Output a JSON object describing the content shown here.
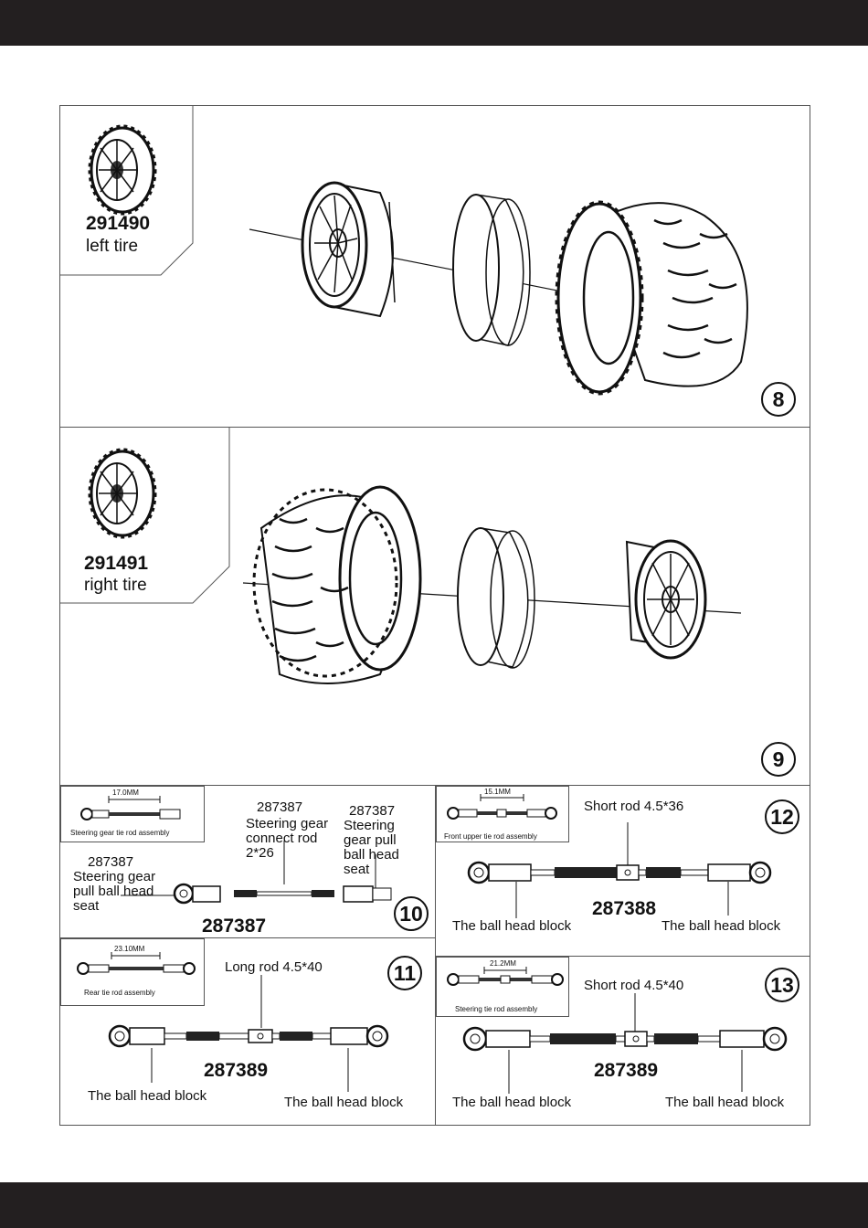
{
  "step8": {
    "number": "8",
    "part_code": "291490",
    "part_name": "left tire"
  },
  "step9": {
    "number": "9",
    "part_code": "291491",
    "part_name": "right tire"
  },
  "step10": {
    "number": "10",
    "inset_dim": "17.0MM",
    "inset_caption": "Steering gear tie rod assembly",
    "left_code": "287387",
    "left_label": "Steering gear pull ball head seat",
    "mid_code": "287387",
    "mid_label": "Steering gear connect rod 2*26",
    "right_code": "287387",
    "right_label": "Steering gear pull ball head seat",
    "assembly_code": "287387"
  },
  "step11": {
    "number": "11",
    "inset_dim": "23.10MM",
    "inset_caption": "Rear tie rod assembly",
    "rod_label": "Long rod 4.5*40",
    "assembly_code": "287389",
    "left_block": "The ball head block",
    "right_block": "The ball head block"
  },
  "step12": {
    "number": "12",
    "inset_dim": "15.1MM",
    "inset_caption": "Front upper tie rod assembly",
    "rod_label": "Short rod 4.5*36",
    "assembly_code": "287388",
    "left_block": "The ball head block",
    "right_block": "The ball head block"
  },
  "step13": {
    "number": "13",
    "inset_dim": "21.2MM",
    "inset_caption": "Steering tie rod assembly",
    "rod_label": "Short rod 4.5*40",
    "assembly_code": "287389",
    "left_block": "The ball head block",
    "right_block": "The ball head block"
  }
}
